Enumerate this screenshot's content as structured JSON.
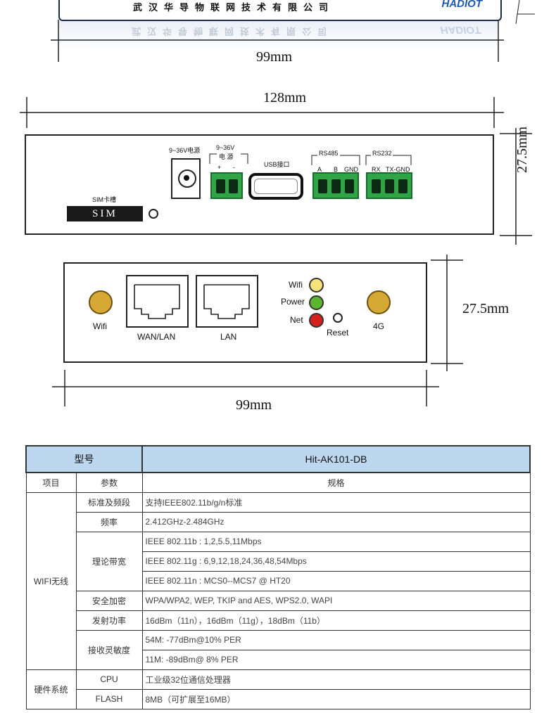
{
  "top_device": {
    "company": "武汉华导物联网技术有限公司",
    "logo": "HADIOT"
  },
  "dims": {
    "top_width": "99mm",
    "mid_width": "128mm",
    "mid_height": "27.5mm",
    "bottom_height": "27.5mm",
    "bottom_width": "99mm"
  },
  "back_panel": {
    "power_label": "9~36V电源",
    "terminal_power_label": "9~36V",
    "terminal_power_sub": "电 源",
    "terminal_plus": "+",
    "terminal_minus": "-",
    "usb_label": "USB接口",
    "rs485_label": "RS485",
    "rs485_a": "A",
    "rs485_b": "B",
    "rs485_gnd": "GND",
    "rs232_label": "RS232",
    "rs232_rx": "RX",
    "rs232_tx": "TX-GND",
    "sim_label": "SIM卡槽",
    "sim_text": "SIM"
  },
  "front_panel": {
    "wifi_antenna": "Wifi",
    "wan_lan": "WAN/LAN",
    "lan": "LAN",
    "led_wifi": "Wifi",
    "led_power": "Power",
    "led_net": "Net",
    "reset": "Reset",
    "ant_4g": "4G",
    "colors": {
      "wifi_led": "#f5e27a",
      "power_led": "#5cb52f",
      "net_led": "#d62020"
    }
  },
  "spec": {
    "header_model_label": "型号",
    "header_model_value": "Hit-AK101-DB",
    "col_item": "项目",
    "col_param": "参数",
    "col_spec": "规格",
    "group_wifi": "WIFI无线",
    "group_hw": "硬件系统",
    "rows": {
      "std_param": "标准及频段",
      "std_val": "支持IEEE802.11b/g/n标准",
      "freq_param": "频率",
      "freq_val": "2.412GHz-2.484GHz",
      "bw_param": "理论带宽",
      "bw_val_1": "IEEE 802.11b : 1,2,5.5,11Mbps",
      "bw_val_2": "IEEE 802.11g : 6,9,12,18,24,36,48,54Mbps",
      "bw_val_3": "IEEE 802.11n : MCS0--MCS7 @ HT20",
      "sec_param": "安全加密",
      "sec_val": "WPA/WPA2, WEP, TKIP and AES, WPS2.0, WAPI",
      "tx_param": "发射功率",
      "tx_val": "16dBm（11n），16dBm（11g），18dBm（11b）",
      "rx_param": "接收灵敏度",
      "rx_val_1": "54M: -77dBm@10% PER",
      "rx_val_2": "11M: -89dBm@ 8% PER",
      "cpu_param": "CPU",
      "cpu_val": "工业级32位通信处理器",
      "flash_param": "FLASH",
      "flash_val": "8MB（可扩展至16MB）"
    }
  }
}
